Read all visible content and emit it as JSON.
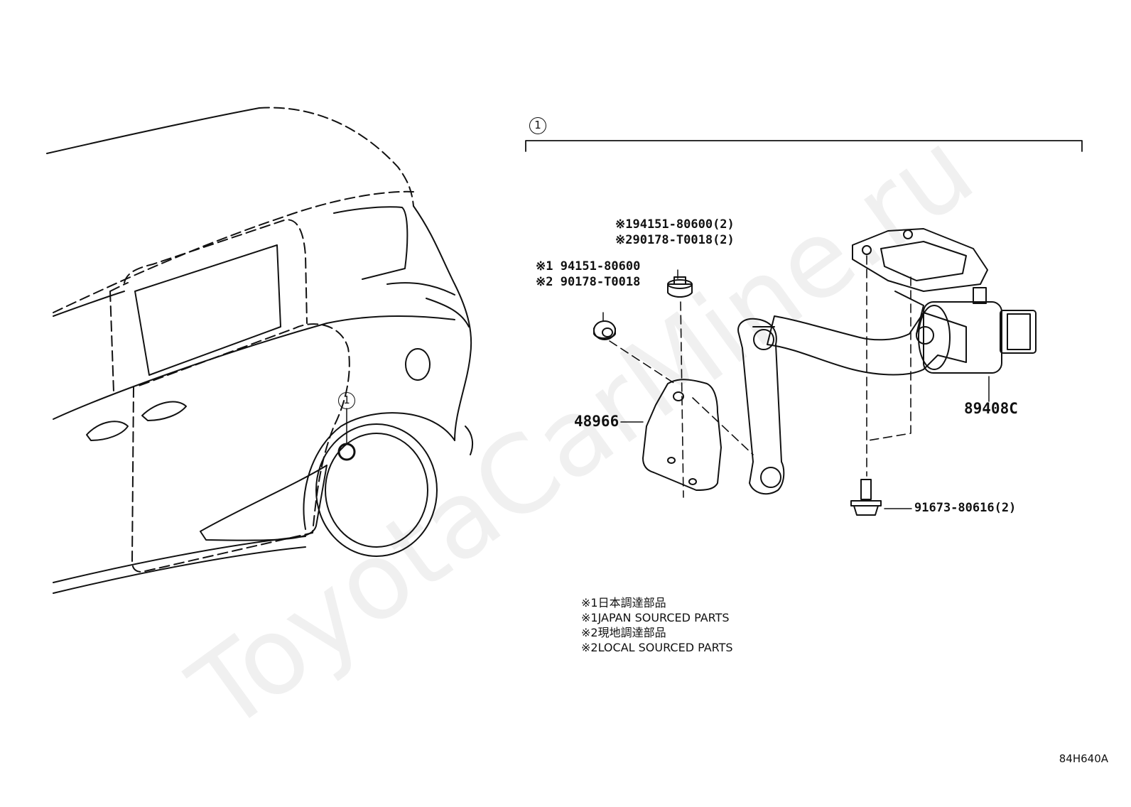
{
  "callout_index": "1",
  "parts": {
    "bolt_nut_set_a": {
      "line1": "※194151-80600(2)",
      "line2": "※290178-T0018(2)"
    },
    "bolt_nut_set_b": {
      "line1": "※1 94151-80600",
      "line2": "※2 90178-T0018"
    },
    "bracket": "48966",
    "sensor": "89408C",
    "bolt": "91673-80616(2)"
  },
  "legend": [
    "※1日本調達部品",
    "※1JAPAN SOURCED PARTS",
    "※2現地調達部品",
    "※2LOCAL SOURCED PARTS"
  ],
  "watermark": "ToyotaCarMine.ru",
  "drawing_code": "84H640A",
  "colors": {
    "line": "#111111",
    "background": "#ffffff",
    "watermark": "#000000"
  }
}
